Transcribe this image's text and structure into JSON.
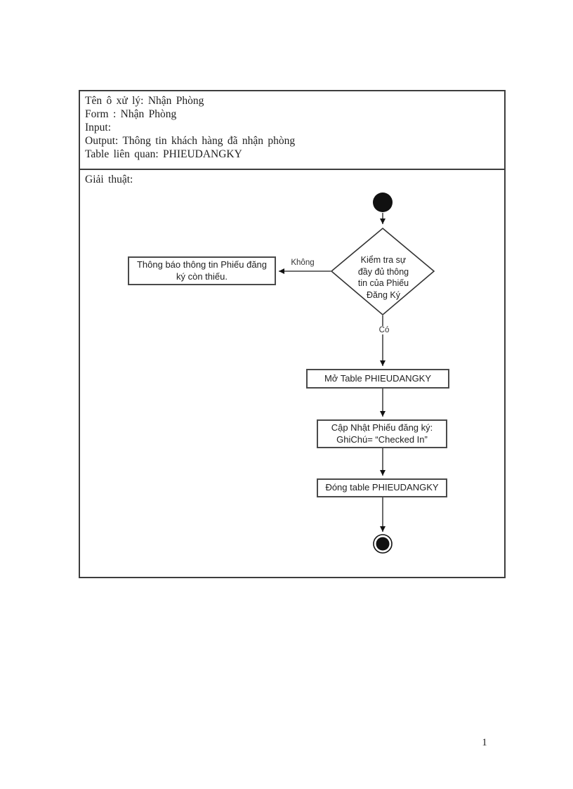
{
  "colors": {
    "background": "#ffffff",
    "text": "#1f1f1f",
    "table_border": "#3d3d3d",
    "box_border": "#4a4a4a",
    "node_fill": "#111111"
  },
  "document": {
    "page_number": "1",
    "spec_table": {
      "fields": [
        "Tên ô xử lý: Nhận Phòng",
        "Form : Nhận Phòng",
        "Input:",
        "Output: Thông tin khách hàng đã nhận phòng",
        "Table liên quan: PHIEUDANGKY"
      ],
      "algorithm_label": "Giải thuật:"
    }
  },
  "flowchart": {
    "decision_lines": [
      "Kiểm tra sự",
      "đầy đủ thông",
      "tin của Phiếu",
      "Đăng Ký"
    ],
    "edge_no": "Không",
    "edge_yes": "Có",
    "boxes": {
      "notify_lines": [
        "Thông báo thông tin Phiếu đăng",
        "ký còn thiếu."
      ],
      "open": "Mở Table PHIEUDANGKY",
      "update_lines": [
        "Cập Nhật Phiếu đăng ký:",
        "GhiChú= “Checked In”"
      ],
      "close": "Đóng table PHIEUDANGKY"
    }
  }
}
